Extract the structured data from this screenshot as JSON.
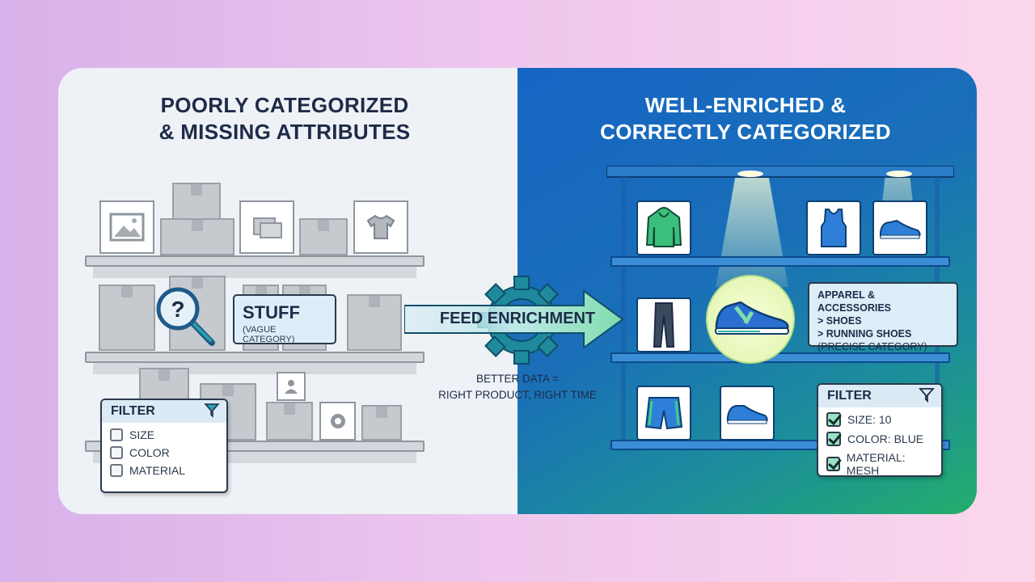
{
  "left_panel": {
    "title_line1": "POORLY CATEGORIZED",
    "title_line2": "& MISSING ATTRIBUTES",
    "callout": {
      "label": "STUFF",
      "sublabel": "(VAGUE CATEGORY)"
    },
    "filter": {
      "title": "FILTER",
      "options": [
        {
          "label": "SIZE",
          "checked": false
        },
        {
          "label": "COLOR",
          "checked": false
        },
        {
          "label": "MATERIAL",
          "checked": false
        }
      ]
    }
  },
  "center": {
    "arrow_label": "FEED ENRICHMENT",
    "caption_line1": "BETTER DATA =",
    "caption_line2": "RIGHT PRODUCT, RIGHT TIME"
  },
  "right_panel": {
    "title_line1": "WELL-ENRICHED &",
    "title_line2": "CORRECTLY CATEGORIZED",
    "callout": {
      "line1": "APPAREL & ACCESSORIES",
      "line2": "> SHOES",
      "line3": "> RUNNING SHOES",
      "line4": "(PRECISE CATEGORY)"
    },
    "filter": {
      "title": "FILTER",
      "options": [
        {
          "label": "SIZE: 10",
          "checked": true
        },
        {
          "label": "COLOR: BLUE",
          "checked": true
        },
        {
          "label": "MATERIAL: MESH",
          "checked": true
        }
      ]
    }
  },
  "colors": {
    "left_bg": "#eef1f5",
    "right_bg_start": "#1565c4",
    "right_bg_end": "#24ad6b",
    "accent_green": "#7fdcae",
    "title_dark": "#1e2b48"
  }
}
